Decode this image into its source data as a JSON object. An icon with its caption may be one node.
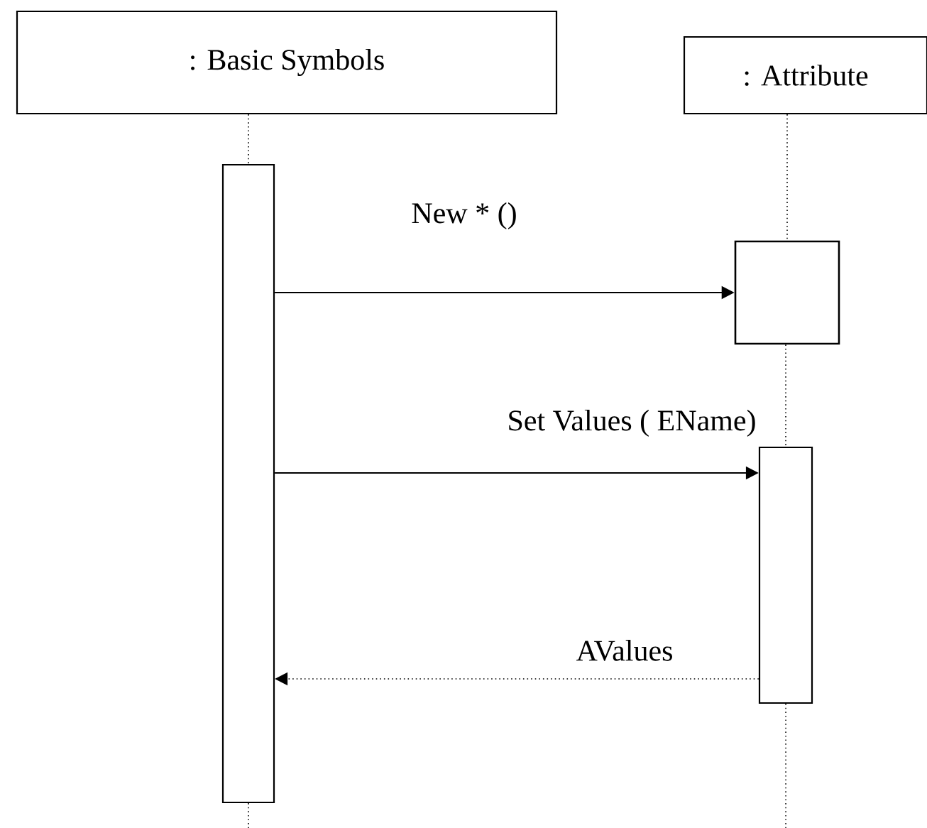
{
  "diagram": {
    "nodes": [
      {
        "text": [
          ": Basic Symbols"
        ]
      },
      {
        "text": [
          ": Attribute"
        ]
      },
      {
        "text": [],
        "shape": "bar"
      },
      {
        "text": [],
        "shape": "box"
      },
      {
        "text": [],
        "shape": "bar"
      }
    ],
    "edges": [
      {
        "from": 0,
        "to": 2,
        "arrow": "none",
        "style": "dashed"
      },
      {
        "from": 1,
        "to": 3,
        "arrow": "none",
        "style": "dashed"
      },
      {
        "from": 3,
        "to": 4,
        "arrow": "none",
        "style": "dashed"
      },
      {
        "from": 2,
        "to": 3,
        "arrow": "to",
        "label": "New * ()"
      },
      {
        "from": 2,
        "to": 4,
        "arrow": "to",
        "label": "Set Values ( EName)"
      },
      {
        "from": 4,
        "to": 2,
        "arrow": "to",
        "label": "AValues",
        "style": "dashed"
      }
    ]
  }
}
